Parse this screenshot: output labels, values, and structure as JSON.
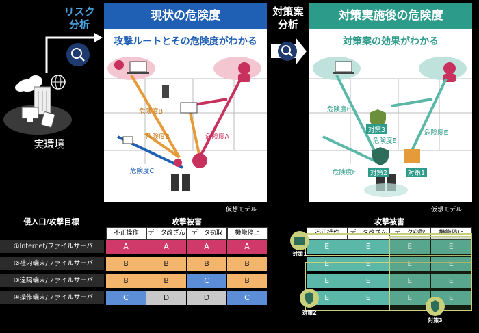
{
  "left_arrow_label": [
    "リスク",
    "分析"
  ],
  "mid_arrow_label": [
    "対策案",
    "分析"
  ],
  "env_label": "実環境",
  "panel_left": {
    "title": "現状の危険度",
    "subtitle": "攻撃ルートとその危険度がわかる",
    "model": "仮想モデル",
    "risk_labels": [
      "危険度B",
      "危険度B",
      "危険度A",
      "危険度C"
    ]
  },
  "panel_right": {
    "title": "対策実施後の危険度",
    "subtitle": "対策案の効果がわかる",
    "model": "仮想モデル",
    "risk_labels": [
      "危険度E",
      "危険度E",
      "危険度E",
      "危険度E"
    ],
    "countermeasures": [
      "対策3",
      "対策2",
      "対策1"
    ]
  },
  "row_header": "侵入口/攻撃目標",
  "damage_header": "攻撃被害",
  "columns": [
    "不正操作",
    "データ改ざん",
    "データ窃取",
    "機能停止"
  ],
  "rows": [
    "①Internet/ファイルサーバ",
    "②社内端末/ファイルサーバ",
    "③遠隔端末/ファイルサーバ",
    "④操作端末/ファイルサーバ"
  ],
  "before_values": [
    [
      "A",
      "A",
      "A",
      "A"
    ],
    [
      "B",
      "B",
      "B",
      "B"
    ],
    [
      "B",
      "B",
      "C",
      "B"
    ],
    [
      "C",
      "D",
      "D",
      "C"
    ]
  ],
  "after_values": [
    [
      "E",
      "E",
      "E",
      "E"
    ],
    [
      "E",
      "E",
      "E",
      "E"
    ],
    [
      "E",
      "E",
      "E",
      "E"
    ],
    [
      "E",
      "E",
      "E",
      "E"
    ]
  ],
  "table_badges": [
    "対策1",
    "対策2",
    "対策3"
  ],
  "colors": {
    "A": "#d03a6a",
    "B": "#f2b56b",
    "C": "#5b8ed6",
    "D": "#c8c8c8",
    "E": "#5bb8a8",
    "blue": "#1f5fb4",
    "teal": "#2d9b8a"
  }
}
